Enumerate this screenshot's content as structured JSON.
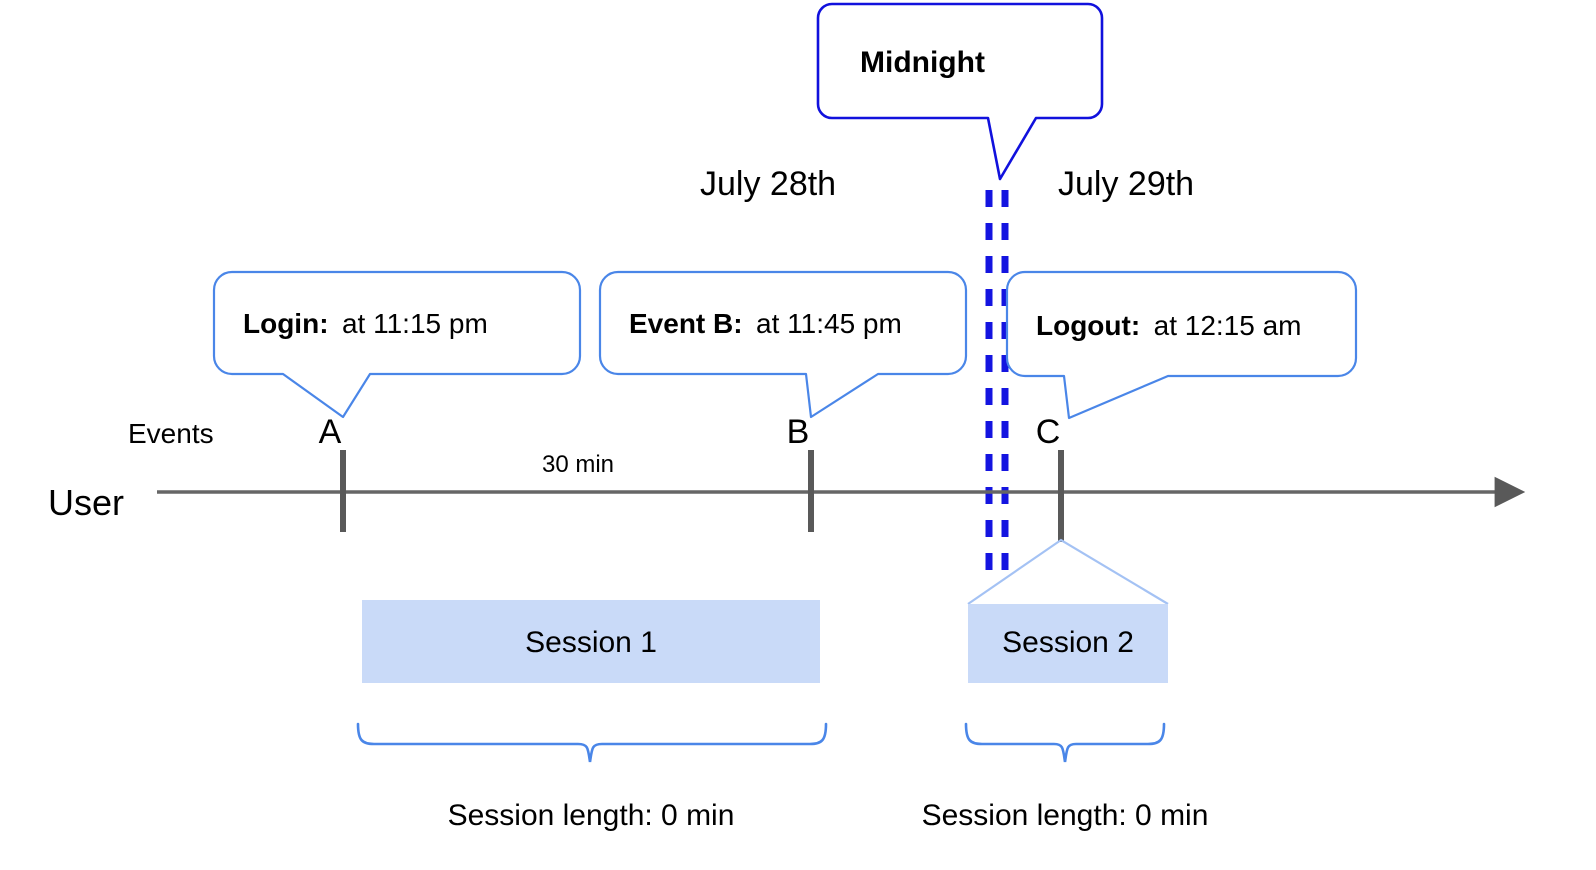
{
  "diagram": {
    "title": "User session timeline across midnight",
    "colors": {
      "callout_border": "#4a86e8",
      "midnight_border": "#1111dd",
      "midnight_dash": "#1414e0",
      "session_fill": "#c9daf8",
      "session_edge": "#a4c2f4",
      "axis": "#666666",
      "tick": "#595959",
      "brace": "#4a86e8",
      "text": "#000000"
    },
    "midnight_callout": {
      "label": "Midnight"
    },
    "dates": [
      {
        "id": "date-july-28",
        "label": "July 28th"
      },
      {
        "id": "date-july-29",
        "label": "July 29th"
      }
    ],
    "axis": {
      "row_label": "User",
      "events_label": "Events",
      "duration_label": "30 min"
    },
    "events": [
      {
        "id": "event-a",
        "marker": "A",
        "title": "Login:",
        "detail": "at 11:15 pm"
      },
      {
        "id": "event-b",
        "marker": "B",
        "title": "Event B:",
        "detail": "at 11:45 pm"
      },
      {
        "id": "event-c",
        "marker": "C",
        "title": "Logout:",
        "detail": "at 12:15 am"
      }
    ],
    "sessions": [
      {
        "id": "session-1",
        "label": "Session 1",
        "length_label": "Session length: 0 min"
      },
      {
        "id": "session-2",
        "label": "Session 2",
        "length_label": "Session length: 0 min"
      }
    ]
  }
}
